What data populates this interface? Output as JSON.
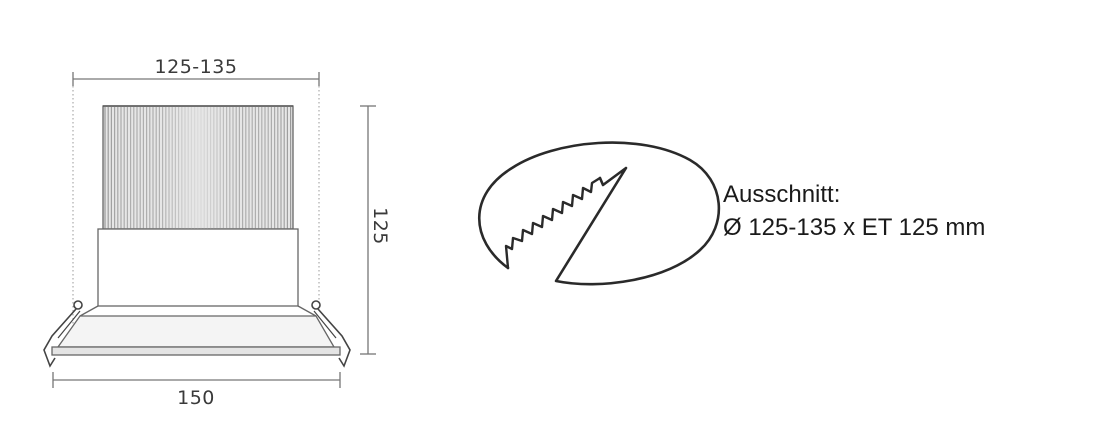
{
  "dimensions": {
    "top_width": "125-135",
    "height": "125",
    "bottom_width": "150"
  },
  "cutout": {
    "title": "Ausschnitt:",
    "spec": "Ø 125-135 x ET 125 mm"
  },
  "colors": {
    "line": "#555555",
    "dim_line": "#777777",
    "fin_light": "#d8d8d8",
    "fin_dark": "#9a9a9a"
  }
}
